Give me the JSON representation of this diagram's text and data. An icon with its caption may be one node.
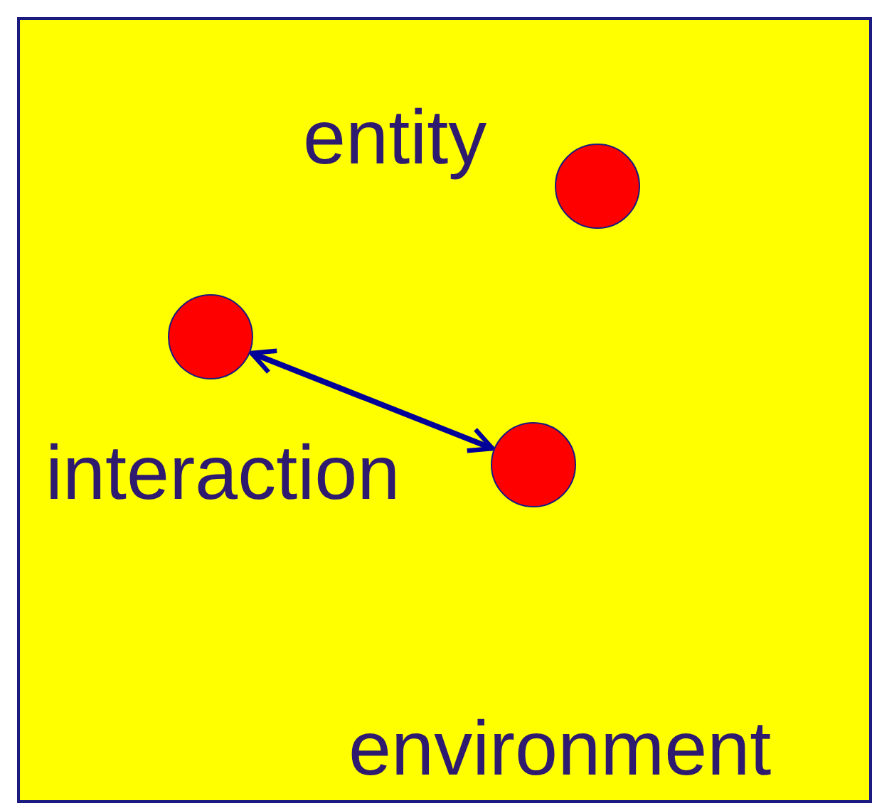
{
  "diagram": {
    "nodes": [
      {
        "text": [
          "environment"
        ]
      },
      {
        "text": [],
        "shape": "circle",
        "in": 0,
        "beside": [
          "entity"
        ]
      },
      {
        "text": [],
        "shape": "circle",
        "in": 0
      },
      {
        "text": [],
        "shape": "circle",
        "in": 0
      }
    ],
    "edges": [
      {
        "from": 2,
        "to": 3,
        "arrow": "both"
      }
    ],
    "labels": [
      "interaction"
    ]
  }
}
